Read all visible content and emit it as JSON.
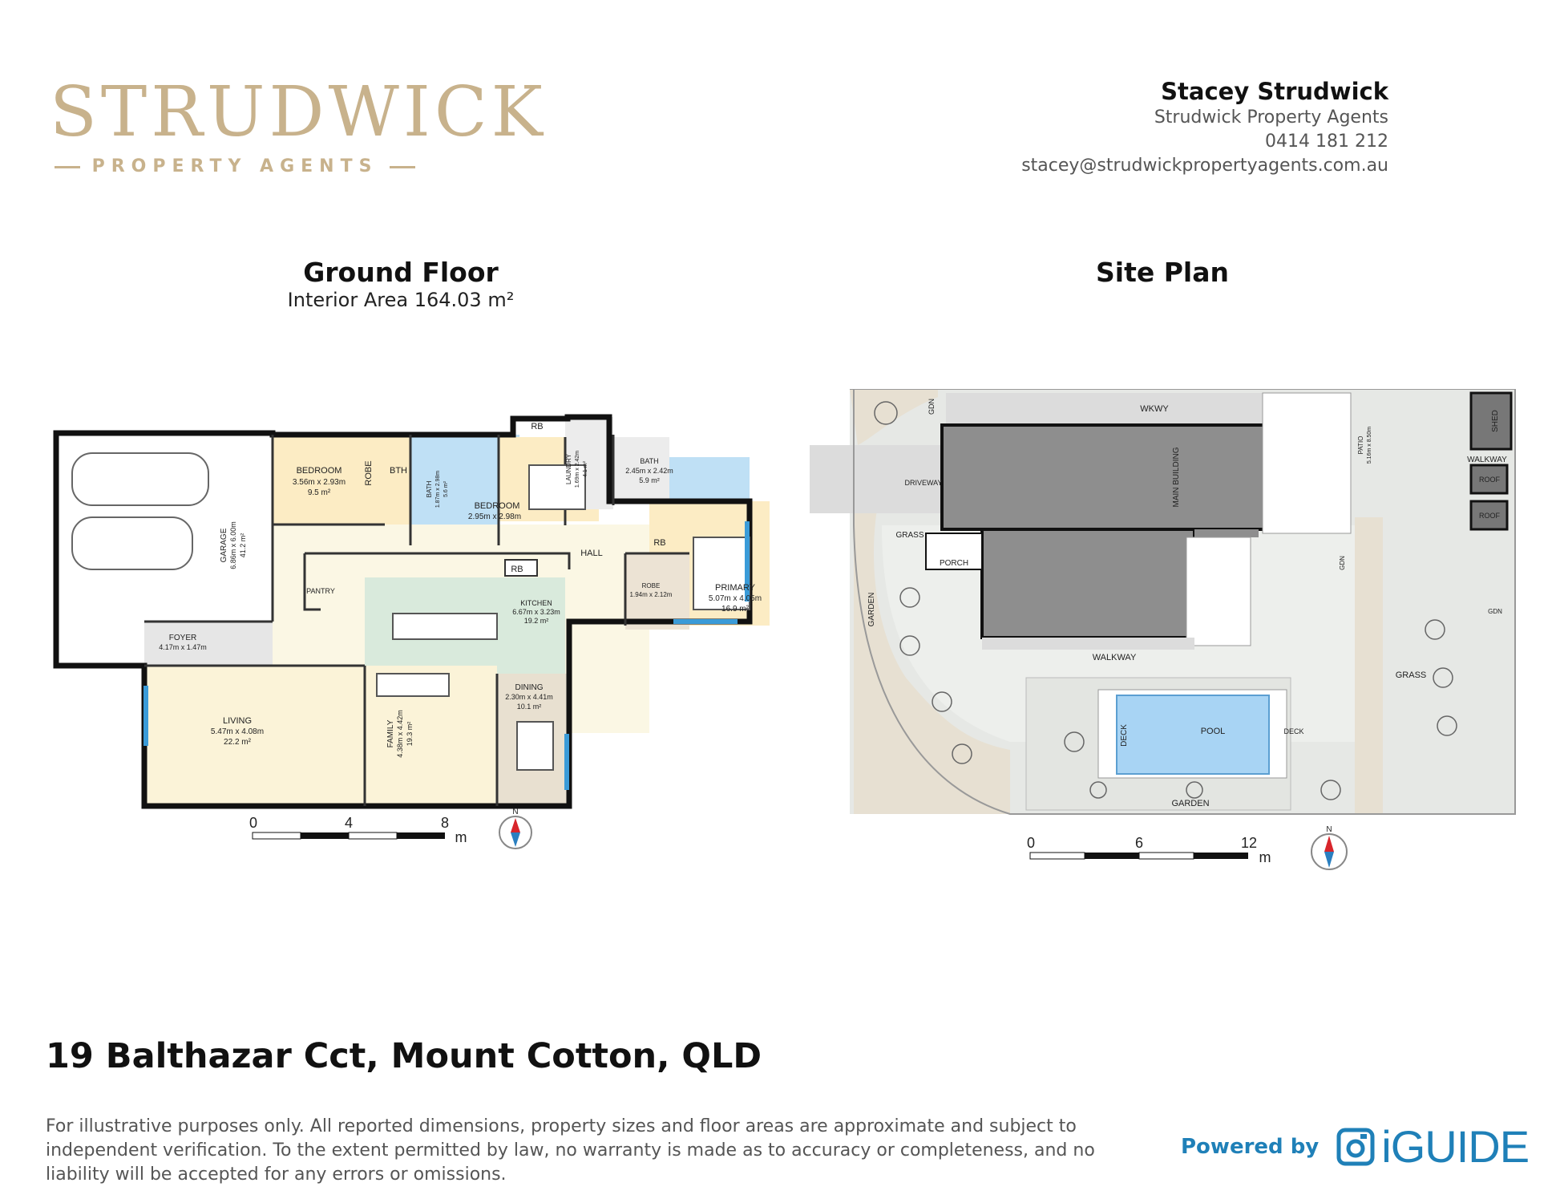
{
  "brand": {
    "logo_word": "STRUDWICK",
    "logo_sub": "PROPERTY AGENTS",
    "gold": "#c8b28c"
  },
  "agent": {
    "name": "Stacey Strudwick",
    "company": "Strudwick Property Agents",
    "phone": "0414 181 212",
    "email": "stacey@strudwickpropertyagents.com.au"
  },
  "ground_floor": {
    "title": "Ground Floor",
    "area": "Interior Area 164.03 m²",
    "rooms": {
      "bedroom1": {
        "name": "BEDROOM",
        "dims": "3.56m x 2.93m",
        "area": "9.5 m²"
      },
      "robe1": {
        "name": "ROBE"
      },
      "bth": {
        "name": "BTH"
      },
      "bath1": {
        "name": "BATH",
        "dims": "1.87m x 2.98m",
        "area": "5.6 m²"
      },
      "bedroom2": {
        "name": "BEDROOM",
        "dims": "2.95m x 2.98m"
      },
      "rb_top": {
        "name": "RB"
      },
      "laundry": {
        "name": "LAUNDRY",
        "dims": "1.69m x 2.42m",
        "area": "4.1 m²"
      },
      "bath2": {
        "name": "BATH",
        "dims": "2.45m x 2.42m",
        "area": "5.9 m²"
      },
      "garage": {
        "name": "GARAGE",
        "dims": "6.86m x 6.00m",
        "area": "41.2 m²"
      },
      "hall": {
        "name": "HALL"
      },
      "rb_mid": {
        "name": "RB"
      },
      "rb_primary": {
        "name": "RB"
      },
      "pantry": {
        "name": "PANTRY"
      },
      "kitchen": {
        "name": "KITCHEN",
        "dims": "6.67m x 3.23m",
        "area": "19.2 m²"
      },
      "robe2": {
        "name": "ROBE",
        "dims": "1.94m x 2.12m"
      },
      "primary": {
        "name": "PRIMARY",
        "dims": "5.07m x 4.05m",
        "area": "16.9 m²"
      },
      "foyer": {
        "name": "FOYER",
        "dims": "4.17m x 1.47m"
      },
      "living": {
        "name": "LIVING",
        "dims": "5.47m x 4.08m",
        "area": "22.2 m²"
      },
      "family": {
        "name": "FAMILY",
        "dims": "4.38m x 4.42m",
        "area": "19.3 m²"
      },
      "dining": {
        "name": "DINING",
        "dims": "2.30m x 4.41m",
        "area": "10.1 m²"
      }
    },
    "scale": {
      "ticks": [
        "0",
        "4",
        "8"
      ],
      "unit": "m"
    },
    "north": "N"
  },
  "site_plan": {
    "title": "Site Plan",
    "labels": {
      "gdn_top": "GDN",
      "wkwy": "WKWY",
      "shed": "SHED",
      "patio": "PATIO",
      "patio_dims": "5.16m x 8.50m",
      "walkway_right": "WALKWAY",
      "roof1": "ROOF",
      "roof2": "ROOF",
      "driveway": "DRIVEWAY",
      "main_building": "MAIN BUILDING",
      "grass_top": "GRASS",
      "porch": "PORCH",
      "gdn_mid": "GDN",
      "gdn_right": "GDN",
      "garden_left": "GARDEN",
      "walkway_bottom": "WALKWAY",
      "grass_right": "GRASS",
      "deck_left": "DECK",
      "pool": "POOL",
      "deck_right": "DECK",
      "garden_bottom": "GARDEN"
    },
    "scale": {
      "ticks": [
        "0",
        "6",
        "12"
      ],
      "unit": "m"
    },
    "north": "N"
  },
  "address": "19 Balthazar Cct, Mount Cotton, QLD",
  "disclaimer": "For illustrative purposes only. All reported dimensions, property sizes and floor areas are approximate and subject to independent verification. To the extent permitted by law, no warranty is made as to accuracy or completeness, and no liability will be accepted for any errors or omissions.",
  "powered": {
    "label": "Powered by",
    "brand": "iGUIDE",
    "color": "#1f80b8"
  }
}
